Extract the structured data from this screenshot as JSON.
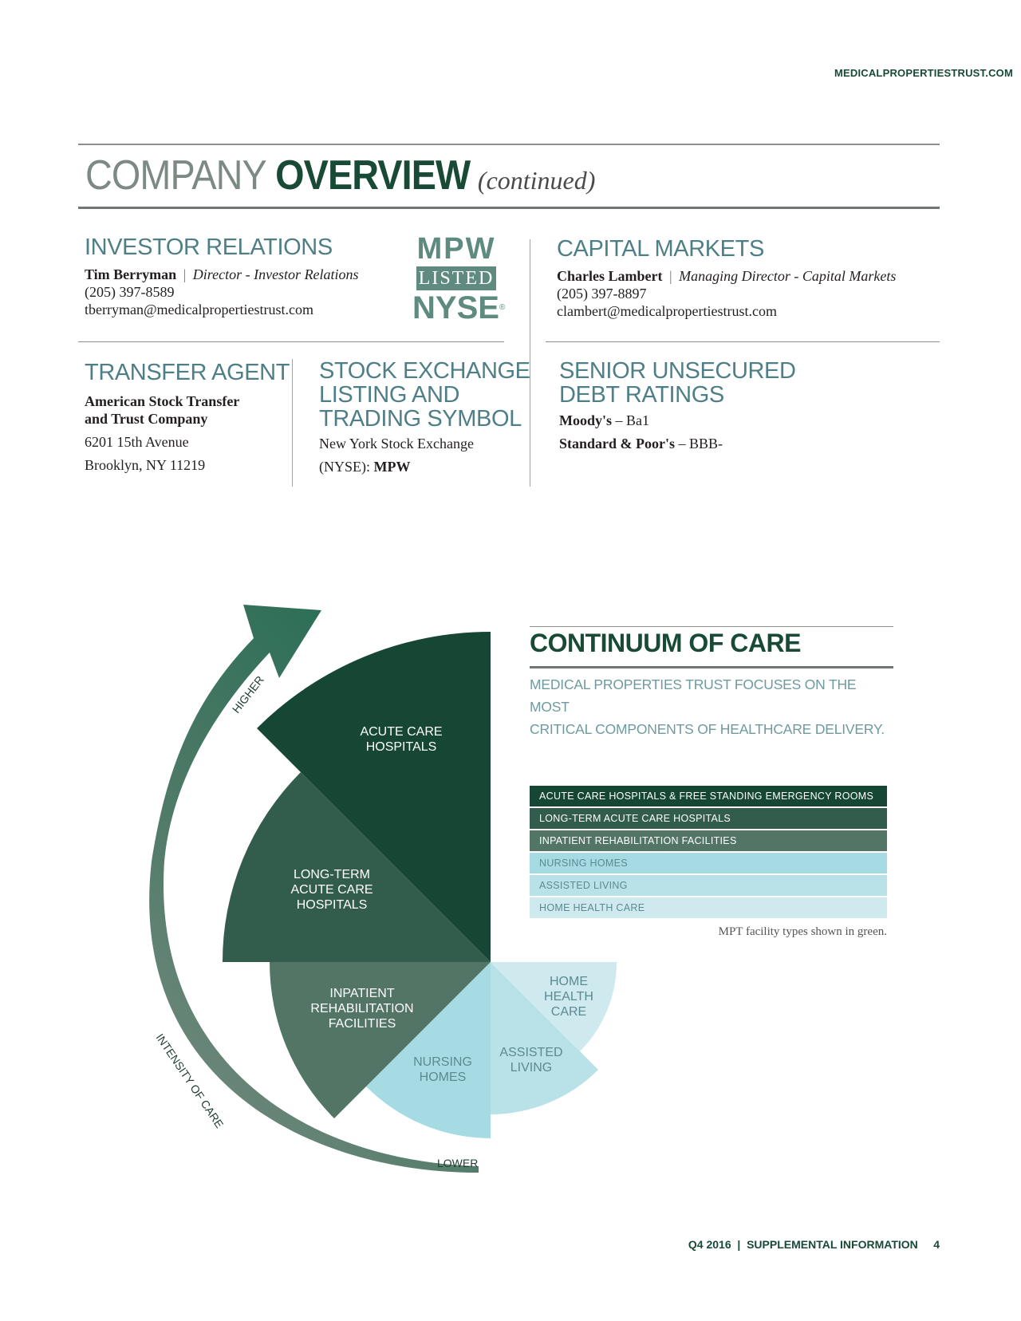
{
  "header": {
    "site_url": "MEDICALPROPERTIESTRUST.COM"
  },
  "title": {
    "part1": "COMPANY ",
    "part2": "OVERVIEW",
    "part3": "(continued)"
  },
  "investor_relations": {
    "heading": "INVESTOR RELATIONS",
    "name": "Tim Berryman",
    "separator": "|",
    "role": "Director - Investor Relations",
    "phone": "(205) 397-8589",
    "email": "tberryman@medicalpropertiestrust.com"
  },
  "logo": {
    "line1": "MPW",
    "line2": "LISTED",
    "line3": "NYSE",
    "mark": "®"
  },
  "capital_markets": {
    "heading": "CAPITAL MARKETS",
    "name": "Charles Lambert",
    "separator": "|",
    "role": "Managing Director - Capital Markets",
    "phone": "(205) 397-8897",
    "email": "clambert@medicalpropertiestrust.com"
  },
  "transfer_agent": {
    "heading": "TRANSFER AGENT",
    "company_line1": "American Stock Transfer",
    "company_line2": "and Trust Company",
    "address1": "6201 15th Avenue",
    "address2": "Brooklyn, NY 11219"
  },
  "stock_exchange": {
    "heading_line1": "STOCK EXCHANGE",
    "heading_line2": "LISTING AND",
    "heading_line3": "TRADING SYMBOL",
    "exchange": "New York Stock Exchange",
    "symbol_prefix": "(NYSE): ",
    "symbol": "MPW"
  },
  "debt_ratings": {
    "heading_line1": "SENIOR UNSECURED",
    "heading_line2": "DEBT RATINGS",
    "moodys_label": "Moody's",
    "moodys_value": " – Ba1",
    "sp_label": "Standard & Poor's",
    "sp_value": " – BBB-"
  },
  "diagram": {
    "arrow_higher": "HIGHER",
    "arrow_lower": "LOWER",
    "arrow_axis": "INTENSITY OF CARE",
    "segments": {
      "acute": [
        "ACUTE CARE",
        "HOSPITALS"
      ],
      "ltach": [
        "LONG-TERM",
        "ACUTE CARE",
        "HOSPITALS"
      ],
      "irf": [
        "INPATIENT",
        "REHABILITATION",
        "FACILITIES"
      ],
      "nursing": [
        "NURSING",
        "HOMES"
      ],
      "assisted": [
        "ASSISTED",
        "LIVING"
      ],
      "home": [
        "HOME",
        "HEALTH",
        "CARE"
      ]
    },
    "colors": {
      "acute": "#154734",
      "ltach": "#325d4c",
      "irf": "#537565",
      "nursing": "#a7dbe4",
      "assisted": "#b9e2e8",
      "home": "#cfeaee"
    }
  },
  "continuum": {
    "title": "CONTINUUM OF CARE",
    "subtitle_line1": "MEDICAL PROPERTIES TRUST FOCUSES ON THE MOST",
    "subtitle_line2": "CRITICAL COMPONENTS OF HEALTHCARE DELIVERY.",
    "legend": [
      {
        "label": "ACUTE CARE HOSPITALS & FREE STANDING EMERGENCY ROOMS",
        "color": "#154734",
        "text_color": "#ffffff"
      },
      {
        "label": "LONG-TERM ACUTE CARE HOSPITALS",
        "color": "#325d4c",
        "text_color": "#ffffff"
      },
      {
        "label": "INPATIENT REHABILITATION FACILITIES",
        "color": "#537565",
        "text_color": "#ffffff"
      },
      {
        "label": "NURSING HOMES",
        "color": "#a7dbe4",
        "text_color": "#5b8a92"
      },
      {
        "label": "ASSISTED LIVING",
        "color": "#b9e2e8",
        "text_color": "#5b8a92"
      },
      {
        "label": "HOME HEALTH CARE",
        "color": "#cfeaee",
        "text_color": "#5b8a92"
      }
    ],
    "note": "MPT facility types shown in green."
  },
  "footer": {
    "text": "Q4 2016  |  SUPPLEMENTAL INFORMATION     4"
  }
}
